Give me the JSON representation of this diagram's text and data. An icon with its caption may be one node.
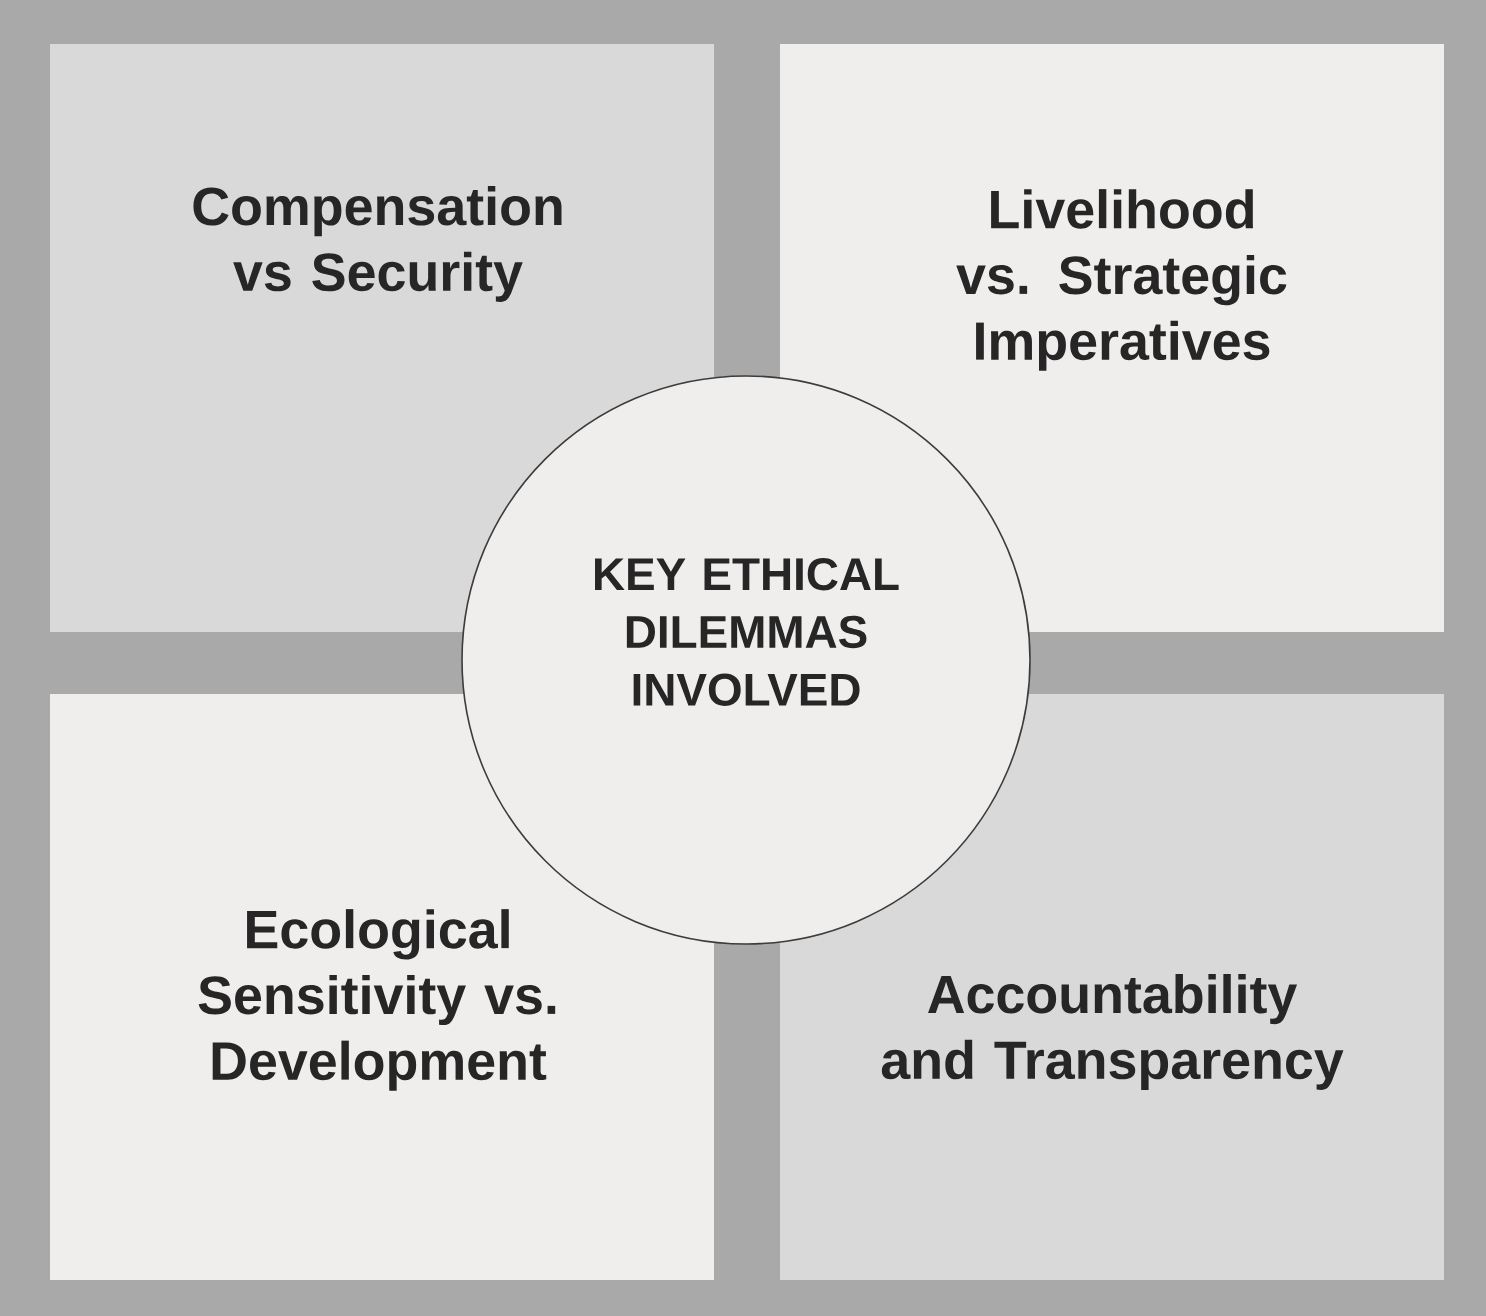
{
  "diagram": {
    "nodes": [
      {
        "text": [
          "Compensation vs Security"
        ]
      },
      {
        "text": [
          "Livelihood vs. Strategic Imperatives"
        ]
      },
      {
        "text": [
          "KEY ETHICAL DILEMMAS INVOLVED"
        ]
      },
      {
        "text": [
          "Ecological Sensitivity vs. Development"
        ]
      },
      {
        "text": [
          "Accountability and Transparency"
        ]
      }
    ]
  }
}
